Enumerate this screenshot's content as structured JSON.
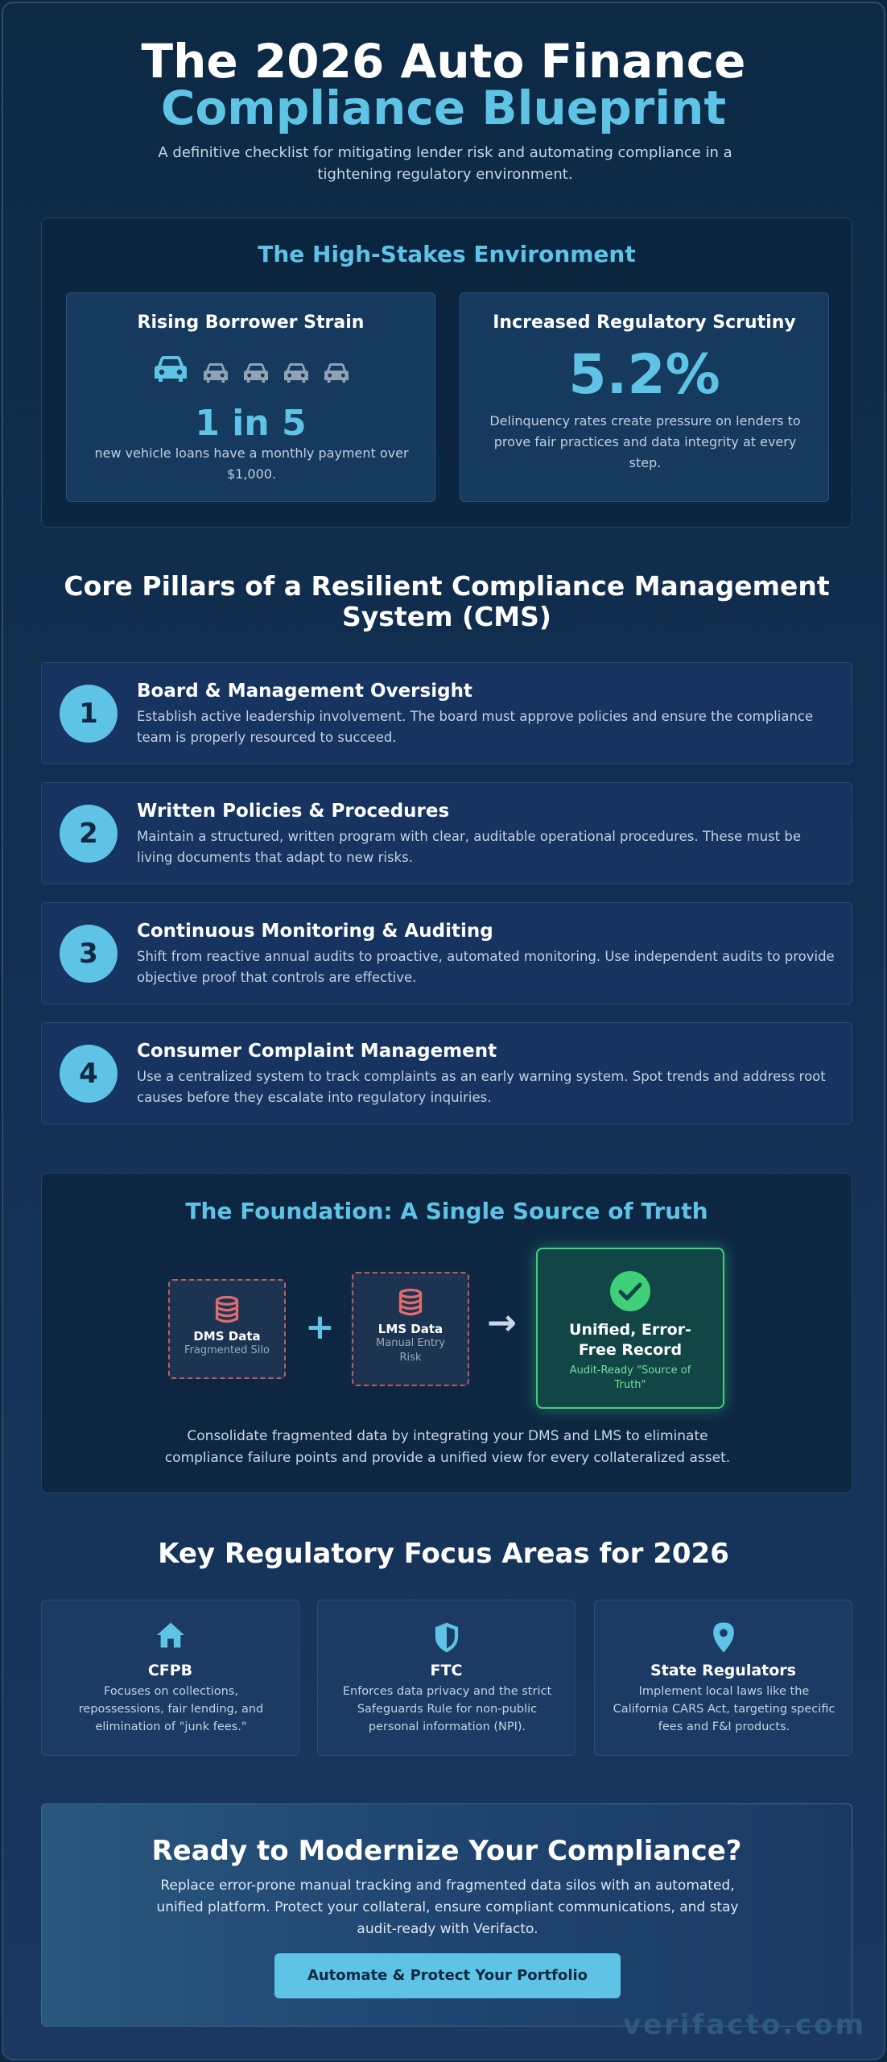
{
  "header": {
    "title_line1": "The 2026 Auto Finance",
    "title_line2": "Compliance Blueprint",
    "subtitle": "A definitive checklist for mitigating lender risk and automating compliance in a tightening regulatory environment."
  },
  "environment": {
    "title": "The High-Stakes Environment",
    "left": {
      "heading": "Rising Borrower Strain",
      "stat": "1 in 5",
      "text": "new vehicle loans have a monthly payment over $1,000.",
      "icon": "car-icon"
    },
    "right": {
      "heading": "Increased Regulatory Scrutiny",
      "stat": "5.2%",
      "text": "Delinquency rates create pressure on lenders to prove fair practices and data integrity at every step."
    }
  },
  "pillars": {
    "title": "Core Pillars of a Resilient Compliance Management System (CMS)",
    "items": [
      {
        "num": "1",
        "title": "Board & Management Oversight",
        "desc": "Establish active leadership involvement. The board must approve policies and ensure the compliance team is properly resourced to succeed."
      },
      {
        "num": "2",
        "title": "Written Policies & Procedures",
        "desc": "Maintain a structured, written program with clear, auditable operational procedures. These must be living documents that adapt to new risks."
      },
      {
        "num": "3",
        "title": "Continuous Monitoring & Auditing",
        "desc": "Shift from reactive annual audits to proactive, automated monitoring. Use independent audits to provide objective proof that controls are effective."
      },
      {
        "num": "4",
        "title": "Consumer Complaint Management",
        "desc": "Use a centralized system to track complaints as an early warning system. Spot trends and address root causes before they escalate into regulatory inquiries."
      }
    ]
  },
  "foundation": {
    "title": "The Foundation: A Single Source of Truth",
    "dms": {
      "name": "DMS Data",
      "sub": "Fragmented Silo"
    },
    "lms": {
      "name": "LMS Data",
      "sub": "Manual Entry Risk"
    },
    "plus": "+",
    "arrow": "→",
    "unified": {
      "title": "Unified, Error-Free Record",
      "sub": "Audit-Ready \"Source of Truth\""
    },
    "text": "Consolidate fragmented data by integrating your DMS and LMS to eliminate compliance failure points and provide a unified view for every collateralized asset.",
    "colors": {
      "danger": "#e06c6c",
      "success": "#3fd17a"
    }
  },
  "focus": {
    "title": "Key Regulatory Focus Areas for 2026",
    "items": [
      {
        "icon": "home-icon",
        "title": "CFPB",
        "desc": "Focuses on collections, repossessions, fair lending, and elimination of \"junk fees.\""
      },
      {
        "icon": "shield-icon",
        "title": "FTC",
        "desc": "Enforces data privacy and the strict Safeguards Rule for non-public personal information (NPI)."
      },
      {
        "icon": "map-pin-icon",
        "title": "State Regulators",
        "desc": "Implement local laws like the California CARS Act, targeting specific fees and F&I products."
      }
    ]
  },
  "cta": {
    "title": "Ready to Modernize Your Compliance?",
    "text": "Replace error-prone manual tracking and fragmented data silos with an automated, unified platform. Protect your collateral, ensure compliant communications, and stay audit-ready with Verifacto.",
    "button": "Automate & Protect Your Portfolio"
  },
  "watermark": "verifacto.com",
  "colors": {
    "accent": "#5ec3e4",
    "background": "#0d2740"
  }
}
